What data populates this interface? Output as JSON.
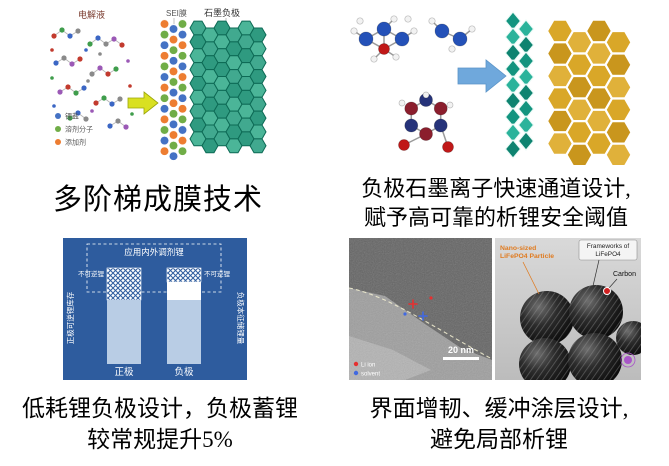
{
  "colors": {
    "teal_hex": [
      "#41a98f",
      "#2f9a80",
      "#4bb598"
    ],
    "teal_hex_stroke": "#0d6a55",
    "gold_hex": [
      "#d9a728",
      "#c9961d",
      "#e0b13a"
    ],
    "gold_hex_stroke": "#ffffff",
    "diamond": [
      "#13947f",
      "#2bb39b",
      "#0e8370"
    ],
    "strip_dots": [
      "#ed7d31",
      "#70ad47",
      "#4472c4"
    ],
    "arrow_yellow": "#d9e021",
    "arrow_blue": "#6fa8dc",
    "chart_bg": "#2e5c9e",
    "bar_fill": "#b9cde5",
    "mol_blue": "#2451b8",
    "mol_red": "#c01818",
    "mol_dark_blue": "#26337a",
    "mol_dark_red": "#8b1e2d",
    "mol_white": "#f2f2f2",
    "marker_red": "#e63030",
    "marker_blue": "#4169e1"
  },
  "panels": {
    "film": {
      "caption": "多阶梯成膜技术",
      "labels": {
        "electrolyte": "电解液",
        "sei": "SEI膜",
        "graphite": "石墨负极"
      },
      "legend": [
        {
          "label": "锂盐"
        },
        {
          "label": "溶剂分子"
        },
        {
          "label": "添加剂"
        }
      ]
    },
    "channel": {
      "caption_line1": "负极石墨离子快速通道设计,",
      "caption_line2": "赋予高可靠的析锂安全阈值"
    },
    "low_li": {
      "caption_line1": "低耗锂负极设计，负极蓄锂",
      "caption_line2": "较常规提升5%",
      "chart": {
        "top_label": "应用内外调剂锂",
        "left_axis": "正极可逆锂库存",
        "right_axis": "负极本征储锂量",
        "irreversible_left": "不可逆锂",
        "irreversible_right": "不可逆锂",
        "bar_left": "正极",
        "bar_right": "负极"
      }
    },
    "coating": {
      "caption_line1": "界面增韧、缓冲涂层设计,",
      "caption_line2": "避免局部析锂",
      "tem": {
        "scale_label": "20 nm",
        "legend": [
          {
            "label": "Li ion"
          },
          {
            "label": "solvent"
          }
        ]
      },
      "spheres": {
        "particle_line1": "Nano-sized",
        "particle_line2": "LiFePO4 Particle",
        "framework_line1": "Frameworks of",
        "framework_line2": "LiFePO4",
        "carbon": "Carbon"
      }
    }
  }
}
